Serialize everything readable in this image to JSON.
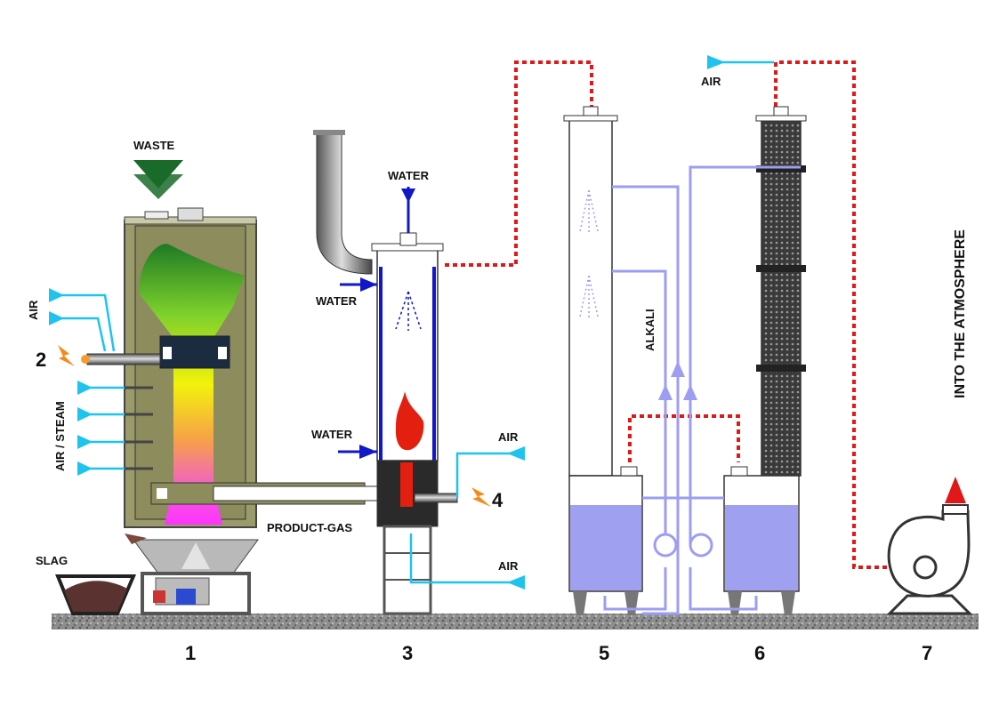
{
  "labels": {
    "waste": "WASTE",
    "air": "AIR",
    "air_steam": "AIR / STEAM",
    "water": "WATER",
    "product_gas": "PRODUCT-GAS",
    "alkali": "ALKALI",
    "into_atmosphere": "INTO THE ATMOSPHERE",
    "slag": "SLAG"
  },
  "numbers": {
    "n1": "1",
    "n2": "2",
    "n3": "3",
    "n4": "4",
    "n5": "5",
    "n6": "6",
    "n7": "7"
  },
  "colors": {
    "air_line": "#1ec3ee",
    "water_line": "#1018c8",
    "gas_path": "#e01818",
    "alkali_line": "#9d9df2",
    "alkali_liquid": "#a0a0f0",
    "waste_arrow": "#1a6b2a",
    "shell": "#8c8c5c",
    "ground": "#9a9a9a"
  }
}
